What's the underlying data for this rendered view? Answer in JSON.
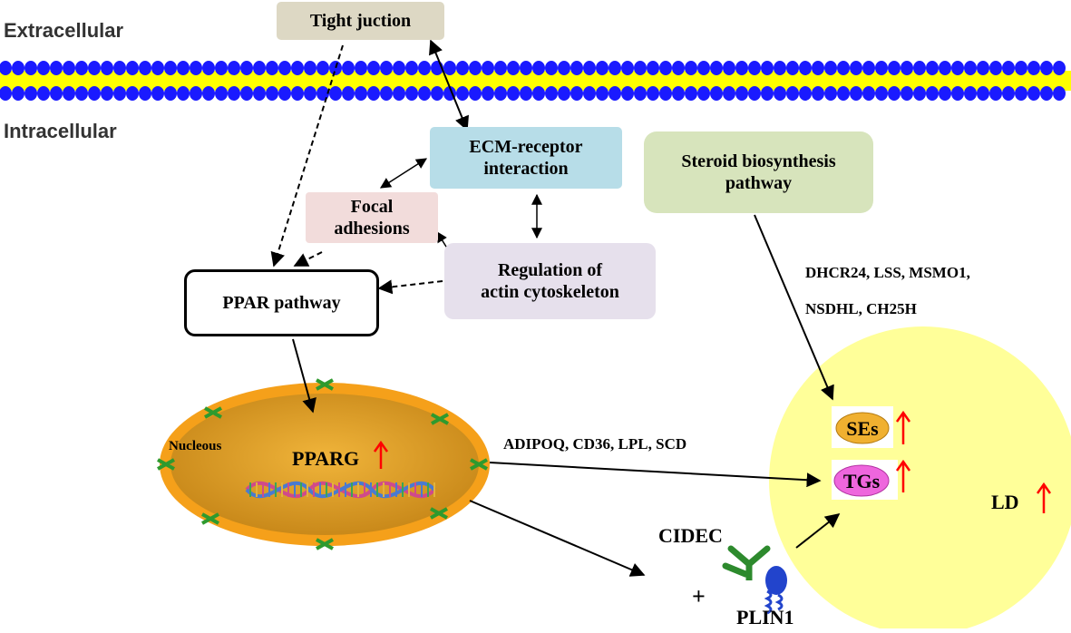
{
  "labels": {
    "extracellular": "Extracellular",
    "intracellular": "Intracellular",
    "tight_junction": "Tight juction",
    "ecm_receptor": "ECM-receptor\ninteraction",
    "focal_adhesions": "Focal\nadhesions",
    "regulation_actin": "Regulation of\nactin cytoskeleton",
    "ppar_pathway": "PPAR pathway",
    "steroid_pathway": "Steroid biosynthesis\npathway",
    "steroid_genes_line1": "DHCR24, LSS, MSMO1,",
    "steroid_genes_line2": "NSDHL, CH25H",
    "nucleous": "Nucleous",
    "pparg": "PPARG",
    "ppar_targets": "ADIPOQ, CD36, LPL, SCD",
    "ses": "SEs",
    "tgs": "TGs",
    "ld": "LD",
    "cidec": "CIDEC",
    "plus": "+",
    "plin1": "PLIN1"
  },
  "colors": {
    "tight_junction_box": "#ddd8c4",
    "ecm_box": "#b7dde8",
    "focal_box": "#f2dcdb",
    "regulation_box": "#e6e0ec",
    "steroid_box": "#d7e4bc",
    "membrane_head": "#1a1aff",
    "membrane_tail": "#ffff00",
    "nucleus_fill": "#d79b1e",
    "nucleus_rim": "#f5a01a",
    "lipid_droplet": "#ffff99",
    "ses_pill": "#f0b030",
    "tgs_pill": "#ee66dd",
    "up_arrow": "#ff0000"
  }
}
